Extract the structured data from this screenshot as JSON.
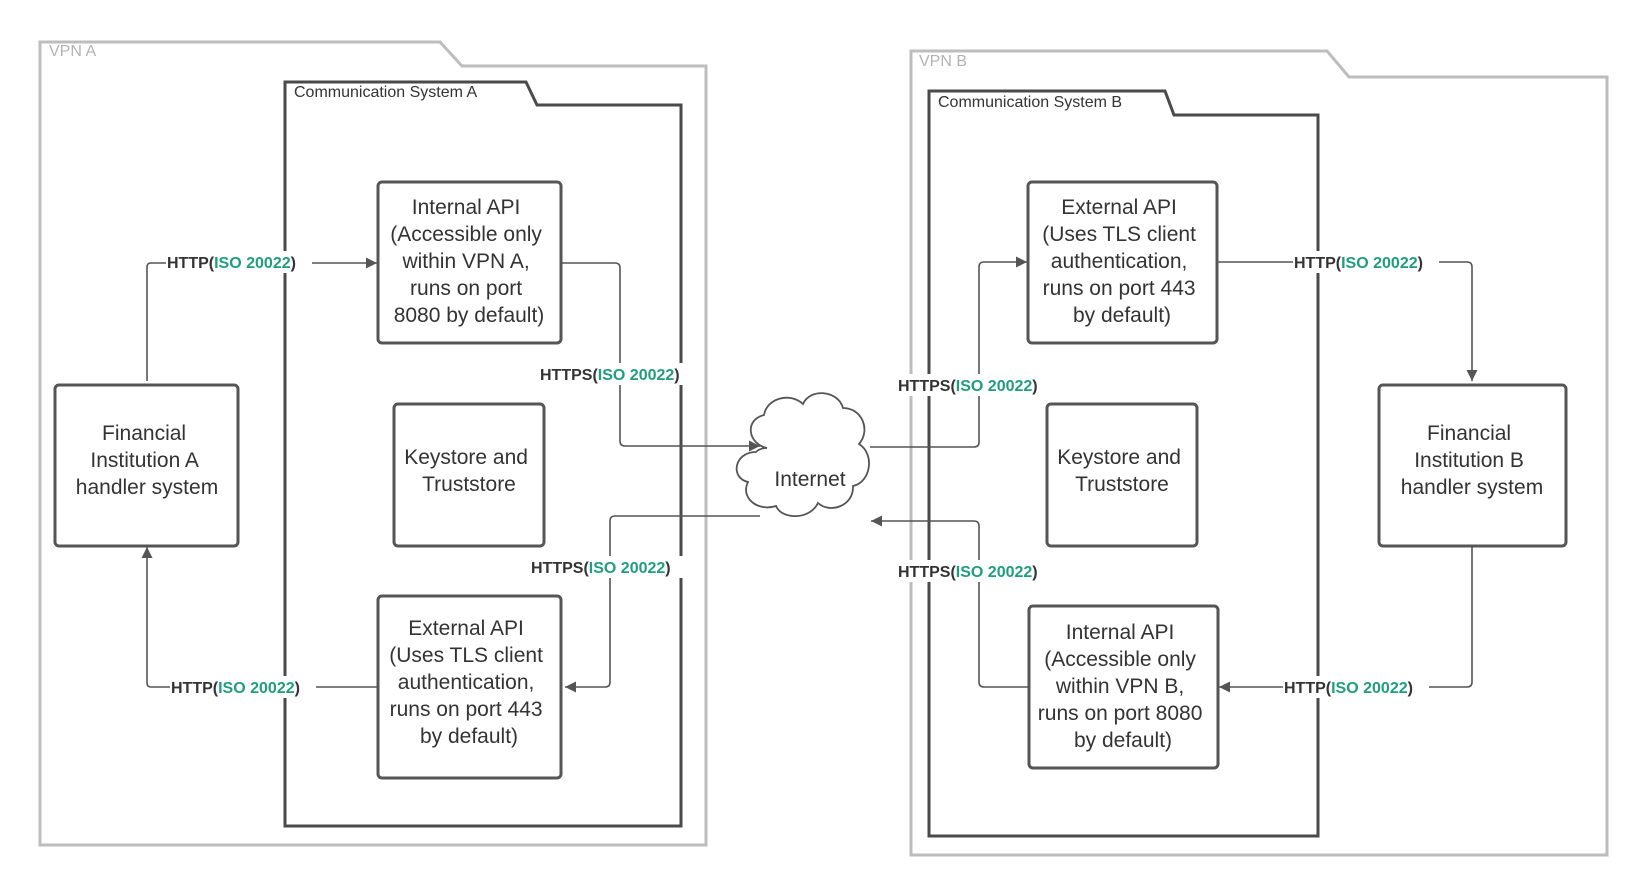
{
  "colors": {
    "frame_outer": "#bdbdbd",
    "frame_inner": "#4a4a4a",
    "box_stroke": "#555555",
    "text": "#333333",
    "standard_accent": "#1f9e7f"
  },
  "frames": {
    "vpn_a": "VPN A",
    "vpn_b": "VPN B",
    "comm_a": "Communication System A",
    "comm_b": "Communication System B"
  },
  "nodes": {
    "fi_a": [
      "Financial",
      "Institution A",
      "handler system"
    ],
    "fi_b": [
      "Financial",
      "Institution B",
      "handler system"
    ],
    "internal_api_a": [
      "Internal API",
      "(Accessible only",
      "within VPN A,",
      "runs on port",
      "8080 by default)"
    ],
    "keystore_a": [
      "Keystore and",
      "Truststore"
    ],
    "external_api_a": [
      "External API",
      "(Uses TLS client",
      "authentication,",
      "runs on port 443",
      "by default)"
    ],
    "external_api_b": [
      "External API",
      "(Uses TLS client",
      "authentication,",
      "runs on port 443",
      "by default)"
    ],
    "keystore_b": [
      "Keystore and",
      "Truststore"
    ],
    "internal_api_b": [
      "Internal API",
      "(Accessible only",
      "within VPN B,",
      "runs on port 8080",
      "by default)"
    ],
    "internet": "Internet"
  },
  "edges": {
    "fi_a_to_internal_a": {
      "protocol": "HTTP(",
      "standard": "ISO 20022",
      "close": ")"
    },
    "internal_a_to_internet": {
      "protocol": "HTTPS(",
      "standard": "ISO 20022",
      "close": ")"
    },
    "internet_to_external_a": {
      "protocol": "HTTPS(",
      "standard": "ISO 20022",
      "close": ")"
    },
    "external_a_to_fi_a": {
      "protocol": "HTTP(",
      "standard": "ISO 20022",
      "close": ")"
    },
    "internet_to_external_b": {
      "protocol": "HTTPS(",
      "standard": "ISO 20022",
      "close": ")"
    },
    "external_b_to_fi_b": {
      "protocol": "HTTP(",
      "standard": "ISO 20022",
      "close": ")"
    },
    "internal_b_to_internet": {
      "protocol": "HTTPS(",
      "standard": "ISO 20022",
      "close": ")"
    },
    "fi_b_to_internal_b": {
      "protocol": "HTTP(",
      "standard": "ISO 20022",
      "close": ")"
    }
  }
}
